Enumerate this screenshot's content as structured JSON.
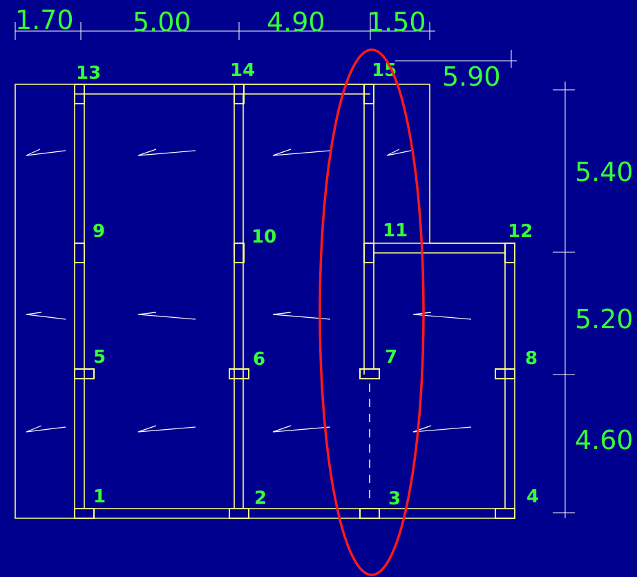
{
  "dimensions": {
    "top": [
      "1.70",
      "5.00",
      "4.90",
      "1.50"
    ],
    "top_extra": "5.90",
    "right": [
      "5.40",
      "5.20",
      "4.60"
    ]
  },
  "columns": [
    "1",
    "2",
    "3",
    "4",
    "5",
    "6",
    "7",
    "8",
    "9",
    "10",
    "11",
    "12",
    "13",
    "14",
    "15"
  ],
  "colors": {
    "background": "#00008e",
    "lines": "#ffff80",
    "labels": "#37ff37",
    "highlight": "#ff1a1a"
  }
}
